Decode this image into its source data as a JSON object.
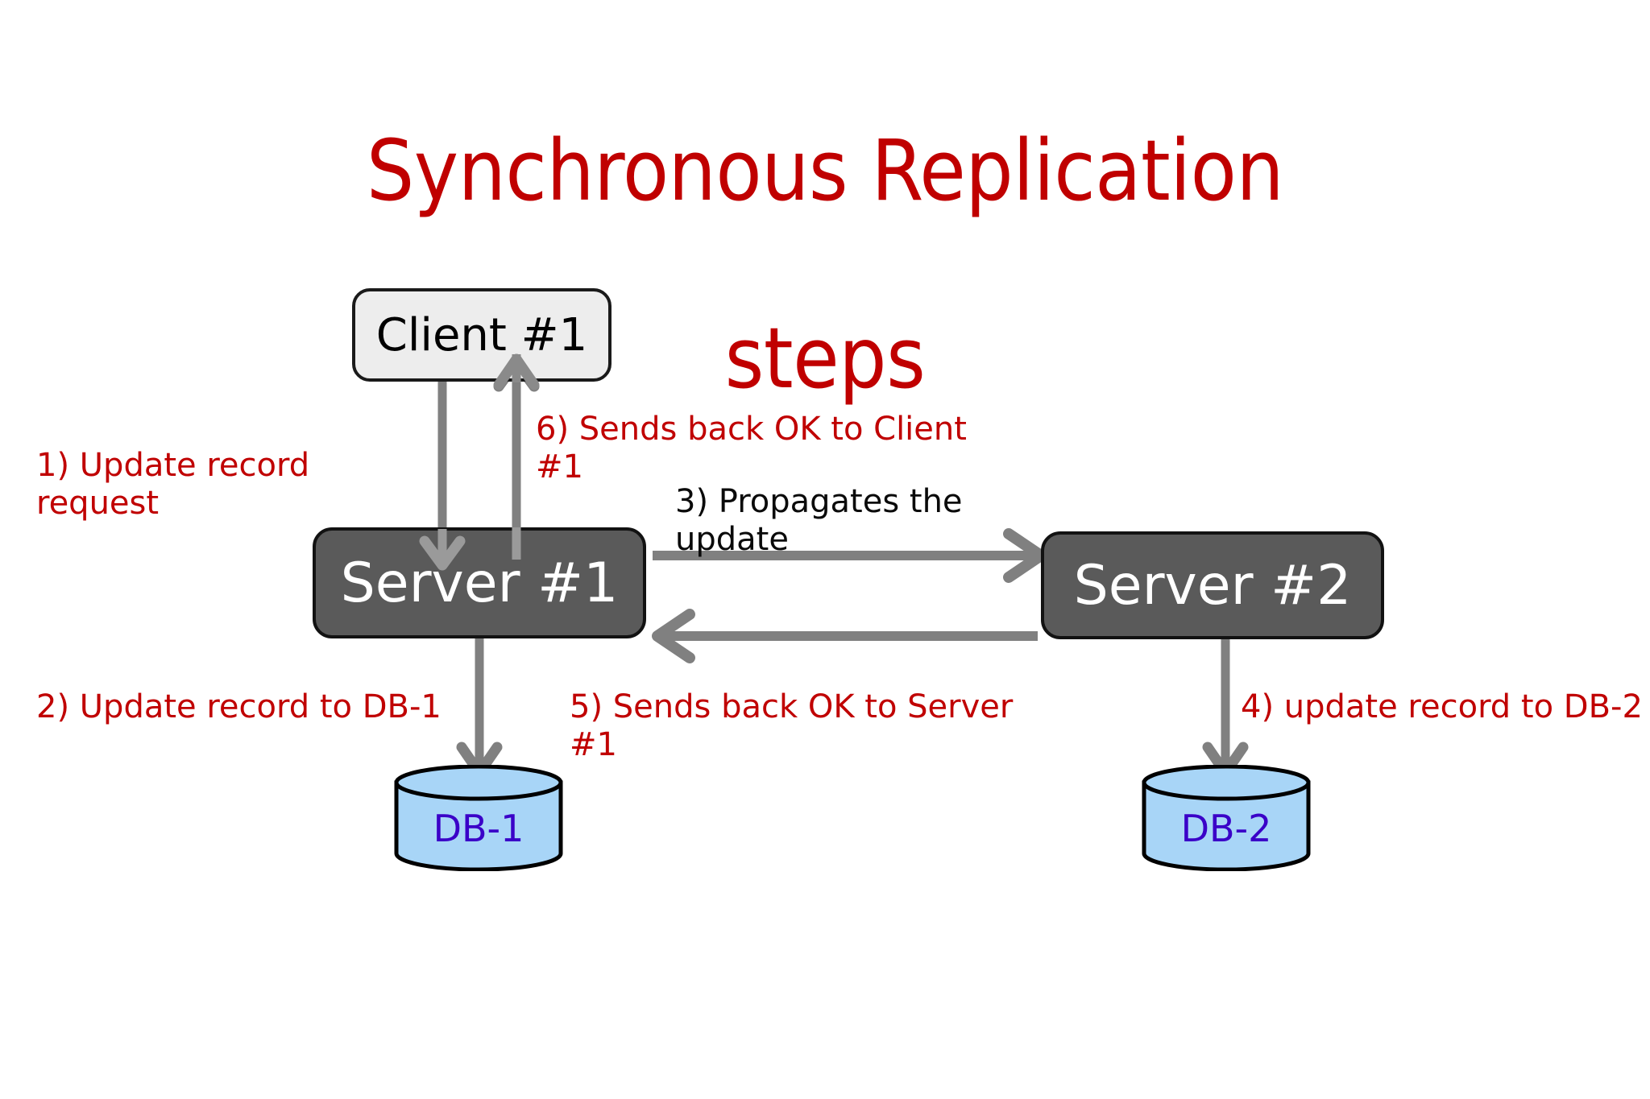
{
  "title": {
    "line1": "Synchronous Replication",
    "line2": "steps",
    "color": "#C00000"
  },
  "nodes": {
    "client1": {
      "label": "Client #1",
      "fill": "#EDEDED",
      "text_color": "#000000"
    },
    "server1": {
      "label": "Server #1",
      "fill": "#5A5A5A",
      "text_color": "#FFFFFF"
    },
    "server2": {
      "label": "Server #2",
      "fill": "#5A5A5A",
      "text_color": "#FFFFFF"
    },
    "db1": {
      "label": "DB-1",
      "fill": "#A8D5F7",
      "text_color": "#3A00C8"
    },
    "db2": {
      "label": "DB-2",
      "fill": "#A8D5F7",
      "text_color": "#3A00C8"
    }
  },
  "steps": [
    {
      "id": "step-1",
      "number": "1",
      "text": "1) Update record request",
      "color": "#C00000",
      "from": "client1",
      "to": "server1"
    },
    {
      "id": "step-2",
      "number": "2",
      "text": "2) Update record to DB-1",
      "color": "#C00000",
      "from": "server1",
      "to": "db1"
    },
    {
      "id": "step-3",
      "number": "3",
      "text": "3) Propagates the update",
      "color": "#0A0A0A",
      "from": "server1",
      "to": "server2"
    },
    {
      "id": "step-4",
      "number": "4",
      "text": "4) update record to DB-2",
      "color": "#C00000",
      "from": "server2",
      "to": "db2"
    },
    {
      "id": "step-5",
      "number": "5",
      "text": "5) Sends back OK to Server #1",
      "color": "#C00000",
      "from": "server2",
      "to": "server1"
    },
    {
      "id": "step-6",
      "number": "6",
      "text": "6) Sends back OK to Client #1",
      "color": "#C00000",
      "from": "server1",
      "to": "client1"
    }
  ],
  "arrows": {
    "color": "#808080",
    "list": [
      {
        "name": "client1-to-server1",
        "direction": "down"
      },
      {
        "name": "server1-to-client1",
        "direction": "up"
      },
      {
        "name": "server1-to-server2",
        "direction": "right"
      },
      {
        "name": "server2-to-server1",
        "direction": "left"
      },
      {
        "name": "server1-to-db1",
        "direction": "down"
      },
      {
        "name": "server2-to-db2",
        "direction": "down"
      }
    ]
  },
  "canvas": {
    "background": "#FFFFFF",
    "width": "2048",
    "height": "1365"
  }
}
